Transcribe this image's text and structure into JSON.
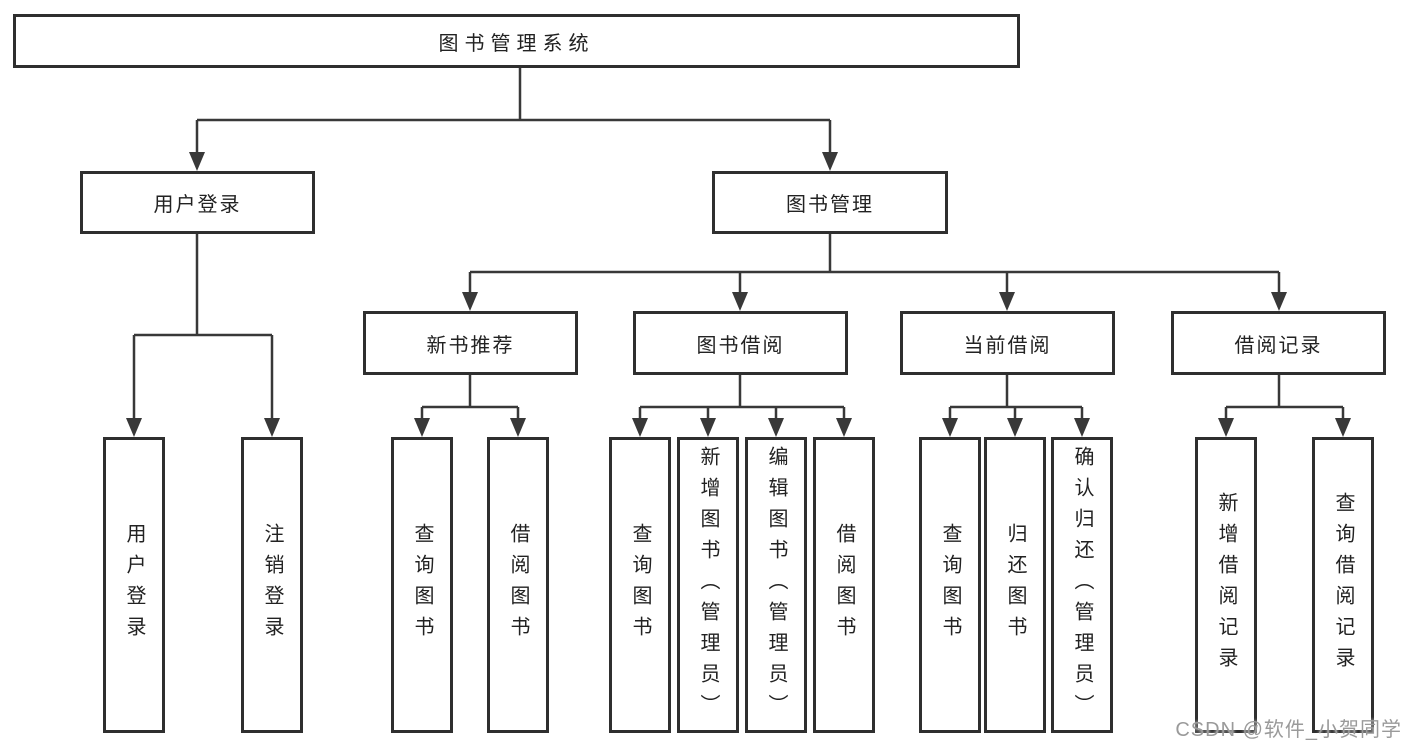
{
  "colors": {
    "line": "#383838",
    "box_border": "#2f2f2f",
    "text": "#222222",
    "watermark": "#9a9a9a",
    "background": "#ffffff"
  },
  "diagram": {
    "root": {
      "label": "图书管理系统"
    },
    "level2": {
      "user_login": {
        "label": "用户登录"
      },
      "book_management": {
        "label": "图书管理"
      }
    },
    "level3": {
      "new_book_recommend": {
        "label": "新书推荐"
      },
      "book_borrowing": {
        "label": "图书借阅"
      },
      "current_borrowing": {
        "label": "当前借阅"
      },
      "borrowing_records": {
        "label": "借阅记录"
      }
    },
    "leaves": {
      "user_login_children": [
        "用户登录",
        "注销登录"
      ],
      "new_book_children": [
        "查询图书",
        "借阅图书"
      ],
      "book_borrowing_children": [
        "查询图书",
        "新增图书（管理员）",
        "编辑图书（管理员）",
        "借阅图书"
      ],
      "current_borrowing_children": [
        "查询图书",
        "归还图书",
        "确认归还（管理员）"
      ],
      "records_children": [
        "新增借阅记录",
        "查询借阅记录"
      ]
    }
  },
  "watermark": {
    "text": "CSDN @软件_小贺同学"
  }
}
